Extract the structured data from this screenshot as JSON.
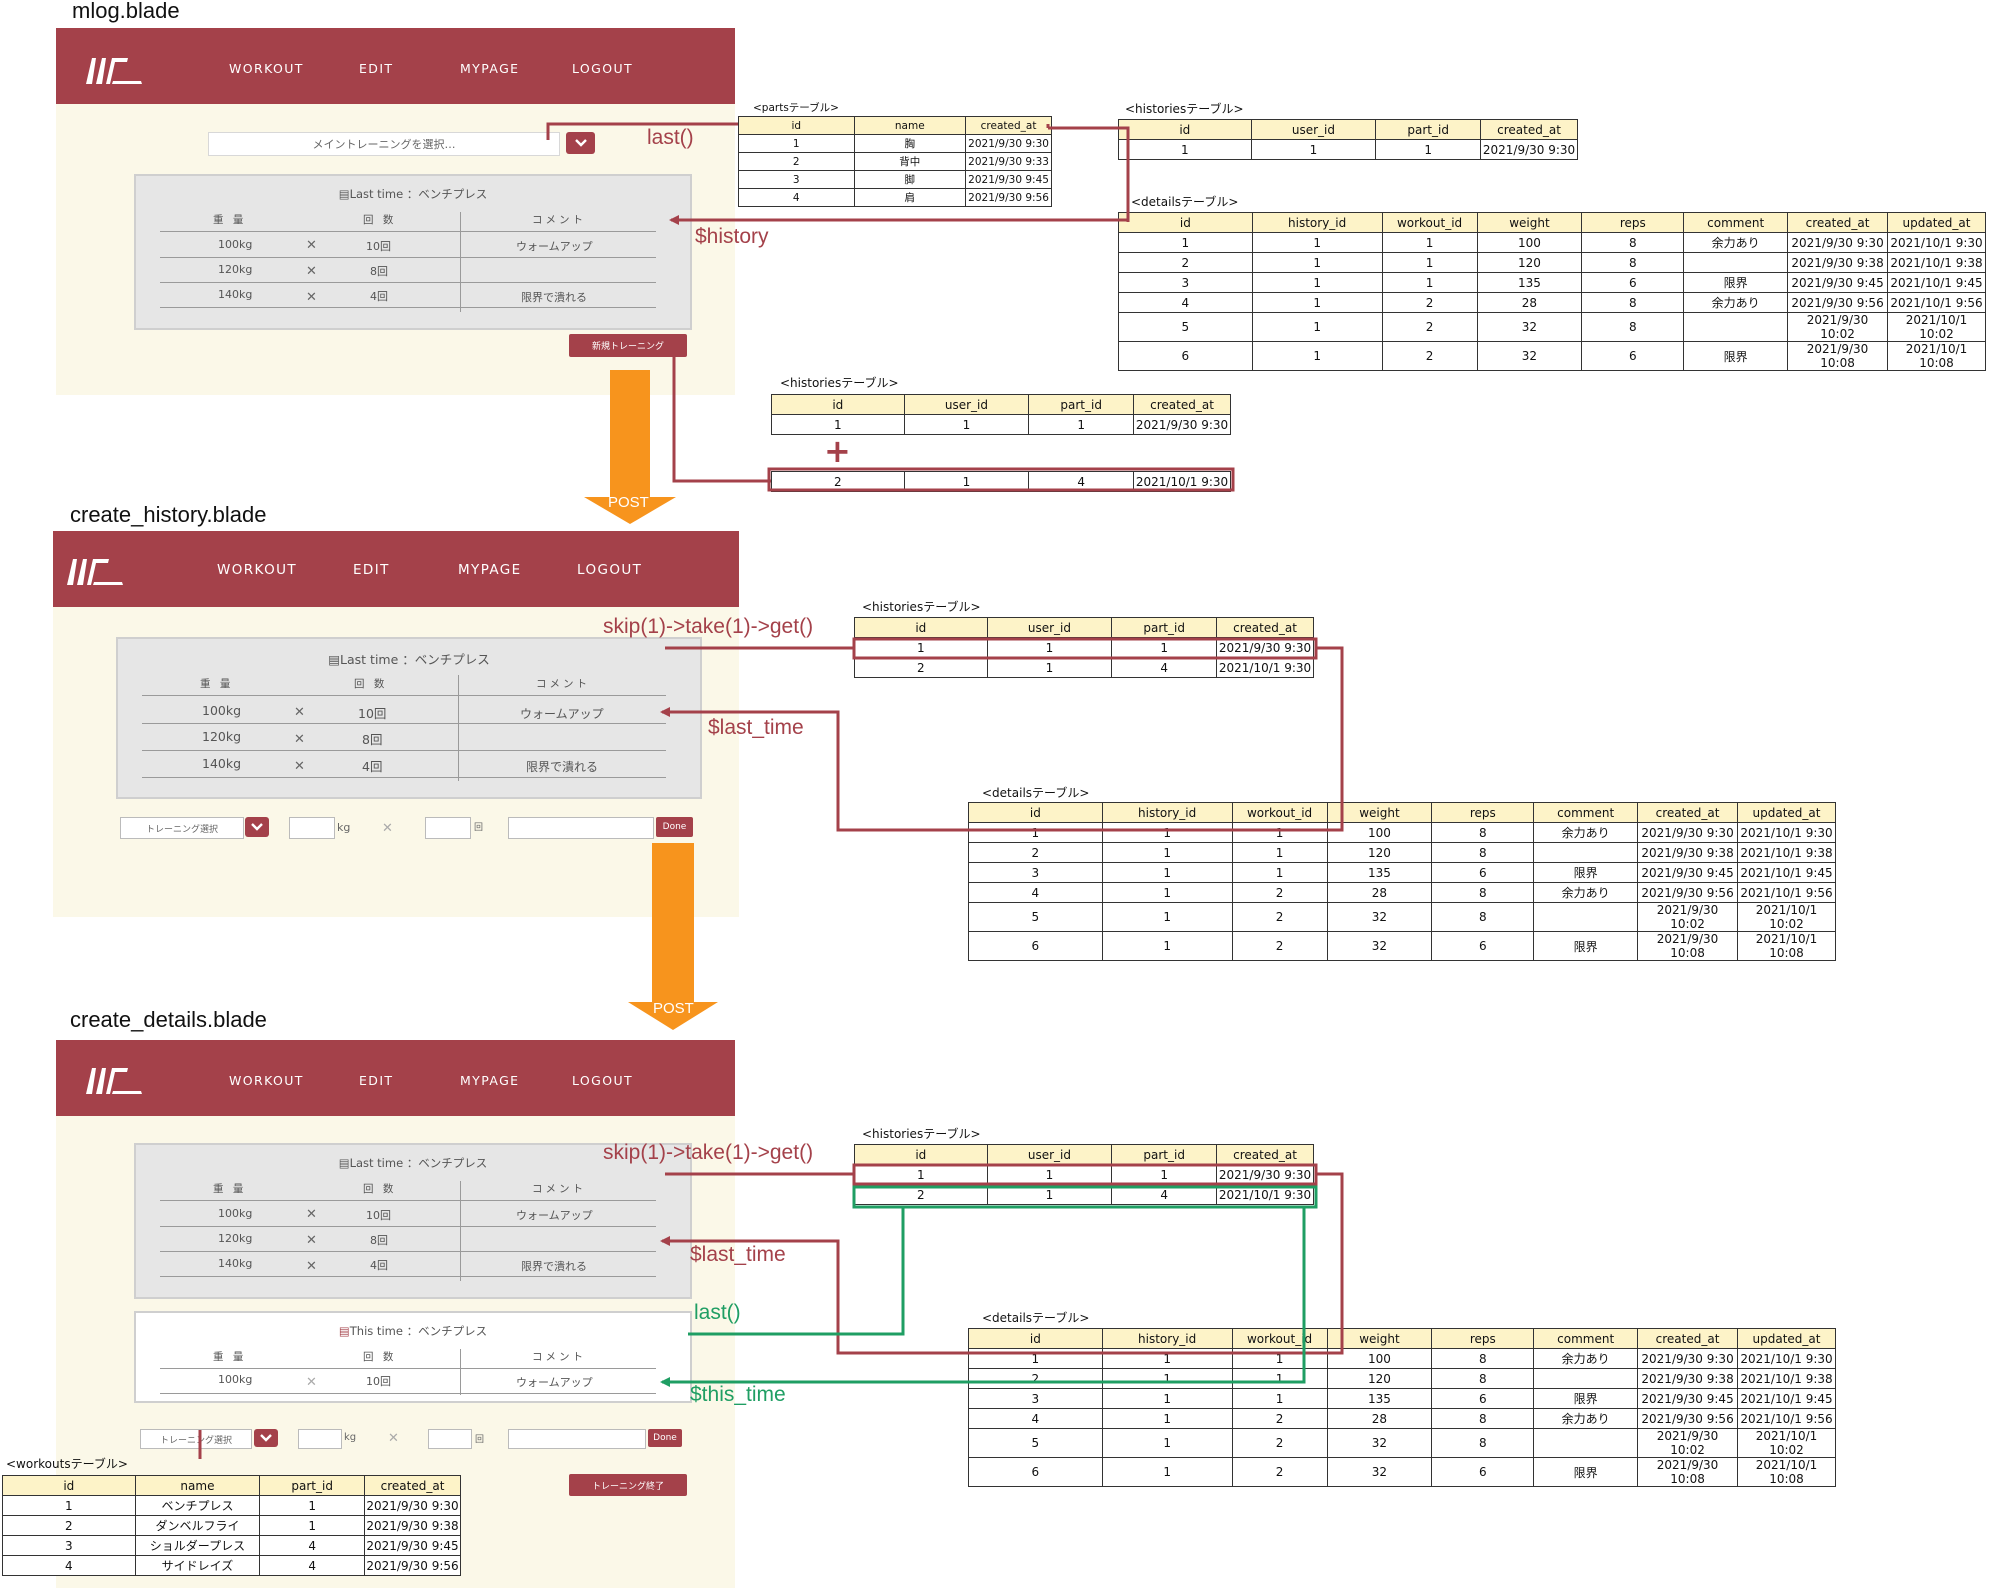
{
  "nav": {
    "items": [
      "WORKOUT",
      "EDIT",
      "MYPAGE",
      "LOGOUT"
    ],
    "color": "#a4414a"
  },
  "sections": {
    "mlog": "mlog.blade",
    "create_history": "create_history.blade",
    "create_details": "create_details.blade"
  },
  "mlog": {
    "select_placeholder": "メイントレーニングを選択…",
    "card_title": "Last time ：ベンチプレス",
    "new_button": "新規トレーニング"
  },
  "card_headers": {
    "weight": "重 量",
    "reps": "回 数",
    "comment": "コメント"
  },
  "last_rows": [
    {
      "weight": "100kg",
      "x": "✕",
      "reps": "10回",
      "comment": "ウォームアップ"
    },
    {
      "weight": "120kg",
      "x": "✕",
      "reps": "8回",
      "comment": ""
    },
    {
      "weight": "140kg",
      "x": "✕",
      "reps": "4回",
      "comment": "限界で潰れる"
    }
  ],
  "this_time": {
    "title": "This time ：ベンチプレス",
    "rows": [
      {
        "weight": "100kg",
        "x": "✕",
        "reps": "10回",
        "comment": "ウォームアップ"
      }
    ]
  },
  "form": {
    "training_select": "トレーニング選択",
    "kg_unit": "kg",
    "x": "✕",
    "reps_unit": "回",
    "done": "Done",
    "finish_button": "トレーニング終了"
  },
  "annotations": {
    "last": "last()",
    "history": "$history",
    "skip1": "skip(1)->take(1)->get()",
    "last_time1": "$last_time",
    "skip2": "skip(1)->take(1)->get()",
    "last_time2": "$last_time",
    "last_green": "last()",
    "this_time": "$this_time",
    "post1": "POST",
    "post2": "POST",
    "plus": "+"
  },
  "tables": {
    "parts": {
      "label": "<partsテーブル>",
      "headers": [
        "id",
        "name",
        "created_at"
      ],
      "rows": [
        [
          "1",
          "胸",
          "2021/9/30 9:30"
        ],
        [
          "2",
          "背中",
          "2021/9/30 9:33"
        ],
        [
          "3",
          "脚",
          "2021/9/30 9:45"
        ],
        [
          "4",
          "肩",
          "2021/9/30 9:56"
        ]
      ]
    },
    "histories_top": {
      "label": "<historiesテーブル>",
      "headers": [
        "id",
        "user_id",
        "part_id",
        "created_at"
      ],
      "rows": [
        [
          "1",
          "1",
          "1",
          "2021/9/30 9:30"
        ]
      ]
    },
    "details_top": {
      "label": "<detailsテーブル>",
      "headers": [
        "id",
        "history_id",
        "workout_id",
        "weight",
        "reps",
        "comment",
        "created_at",
        "updated_at"
      ],
      "rows": [
        [
          "1",
          "1",
          "1",
          "100",
          "8",
          "余力あり",
          "2021/9/30 9:30",
          "2021/10/1 9:30"
        ],
        [
          "2",
          "1",
          "1",
          "120",
          "8",
          "",
          "2021/9/30 9:38",
          "2021/10/1 9:38"
        ],
        [
          "3",
          "1",
          "1",
          "135",
          "6",
          "限界",
          "2021/9/30 9:45",
          "2021/10/1 9:45"
        ],
        [
          "4",
          "1",
          "2",
          "28",
          "8",
          "余力あり",
          "2021/9/30 9:56",
          "2021/10/1 9:56"
        ],
        [
          "5",
          "1",
          "2",
          "32",
          "8",
          "",
          "2021/9/30 10:02",
          "2021/10/1 10:02"
        ],
        [
          "6",
          "1",
          "2",
          "32",
          "6",
          "限界",
          "2021/9/30 10:08",
          "2021/10/1 10:08"
        ]
      ]
    },
    "histories_insert": {
      "label": "<historiesテーブル>",
      "headers": [
        "id",
        "user_id",
        "part_id",
        "created_at"
      ],
      "rows": [
        [
          "1",
          "1",
          "1",
          "2021/9/30 9:30"
        ]
      ],
      "new_row": [
        "2",
        "1",
        "4",
        "2021/10/1 9:30"
      ]
    },
    "histories_mid": {
      "label": "<historiesテーブル>",
      "headers": [
        "id",
        "user_id",
        "part_id",
        "created_at"
      ],
      "rows": [
        [
          "1",
          "1",
          "1",
          "2021/9/30 9:30"
        ],
        [
          "2",
          "1",
          "4",
          "2021/10/1 9:30"
        ]
      ]
    },
    "details_mid": {
      "label": "<detailsテーブル>",
      "headers": [
        "id",
        "history_id",
        "workout_id",
        "weight",
        "reps",
        "comment",
        "created_at",
        "updated_at"
      ],
      "rows": [
        [
          "1",
          "1",
          "1",
          "100",
          "8",
          "余力あり",
          "2021/9/30 9:30",
          "2021/10/1 9:30"
        ],
        [
          "2",
          "1",
          "1",
          "120",
          "8",
          "",
          "2021/9/30 9:38",
          "2021/10/1 9:38"
        ],
        [
          "3",
          "1",
          "1",
          "135",
          "6",
          "限界",
          "2021/9/30 9:45",
          "2021/10/1 9:45"
        ],
        [
          "4",
          "1",
          "2",
          "28",
          "8",
          "余力あり",
          "2021/9/30 9:56",
          "2021/10/1 9:56"
        ],
        [
          "5",
          "1",
          "2",
          "32",
          "8",
          "",
          "2021/9/30 10:02",
          "2021/10/1 10:02"
        ],
        [
          "6",
          "1",
          "2",
          "32",
          "6",
          "限界",
          "2021/9/30 10:08",
          "2021/10/1 10:08"
        ]
      ]
    },
    "histories_bot": {
      "label": "<historiesテーブル>",
      "headers": [
        "id",
        "user_id",
        "part_id",
        "created_at"
      ],
      "rows": [
        [
          "1",
          "1",
          "1",
          "2021/9/30 9:30"
        ],
        [
          "2",
          "1",
          "4",
          "2021/10/1 9:30"
        ]
      ]
    },
    "details_bot": {
      "label": "<detailsテーブル>",
      "headers": [
        "id",
        "history_id",
        "workout_id",
        "weight",
        "reps",
        "comment",
        "created_at",
        "updated_at"
      ],
      "rows": [
        [
          "1",
          "1",
          "1",
          "100",
          "8",
          "余力あり",
          "2021/9/30 9:30",
          "2021/10/1 9:30"
        ],
        [
          "2",
          "1",
          "1",
          "120",
          "8",
          "",
          "2021/9/30 9:38",
          "2021/10/1 9:38"
        ],
        [
          "3",
          "1",
          "1",
          "135",
          "6",
          "限界",
          "2021/9/30 9:45",
          "2021/10/1 9:45"
        ],
        [
          "4",
          "1",
          "2",
          "28",
          "8",
          "余力あり",
          "2021/9/30 9:56",
          "2021/10/1 9:56"
        ],
        [
          "5",
          "1",
          "2",
          "32",
          "8",
          "",
          "2021/9/30 10:02",
          "2021/10/1 10:02"
        ],
        [
          "6",
          "1",
          "2",
          "32",
          "6",
          "限界",
          "2021/9/30 10:08",
          "2021/10/1 10:08"
        ]
      ]
    },
    "workouts": {
      "label": "<workoutsテーブル>",
      "headers": [
        "id",
        "name",
        "part_id",
        "created_at"
      ],
      "rows": [
        [
          "1",
          "ベンチプレス",
          "1",
          "2021/9/30 9:30"
        ],
        [
          "2",
          "ダンベルフライ",
          "1",
          "2021/9/30 9:38"
        ],
        [
          "3",
          "ショルダープレス",
          "4",
          "2021/9/30 9:45"
        ],
        [
          "4",
          "サイドレイズ",
          "4",
          "2021/9/30 9:56"
        ]
      ]
    }
  }
}
